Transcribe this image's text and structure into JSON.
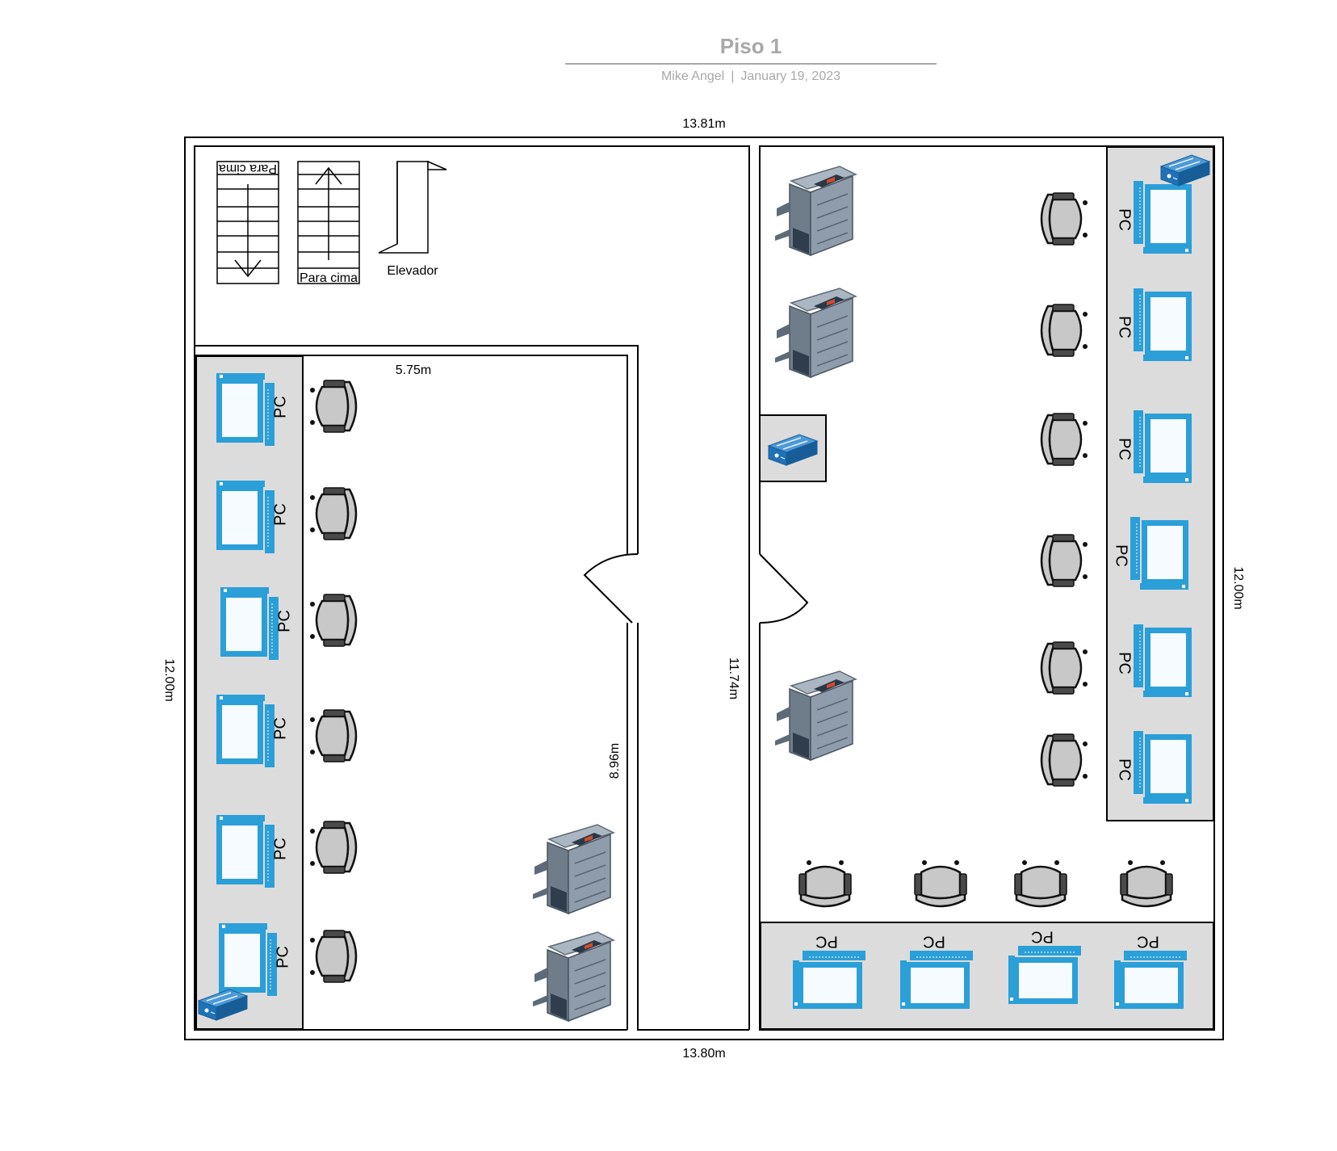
{
  "header": {
    "title": "Piso 1",
    "author": "Mike Angel",
    "separator": "|",
    "date": "January 19, 2023"
  },
  "dimensions": {
    "top_width": "13.81m",
    "bottom_width": "13.80m",
    "left_height": "12.00m",
    "right_height": "12.00m",
    "room_width": "5.75m",
    "room_height": "8.96m",
    "corridor_height": "11.74m"
  },
  "labels": {
    "stairs_up": "Para cima",
    "stairs_down": "Para cima",
    "elevator": "Elevador",
    "pc": "PC"
  },
  "colors": {
    "wall": "#000000",
    "desk_fill": "#dcdcdc",
    "pc_blue": "#2a9fd8",
    "chair_fill": "#c8c8c8",
    "printer_gray": "#7d8b99",
    "switch_blue": "#1f72b8",
    "header_gray": "#a8a8a8"
  },
  "icons": [
    "pc-icon",
    "chair-icon",
    "printer-icon",
    "switch-icon",
    "stairs-icon",
    "elevator-icon"
  ]
}
